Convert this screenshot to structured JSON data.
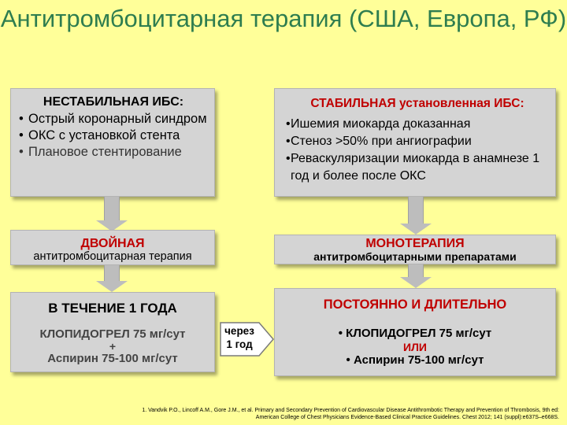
{
  "title": "Антитромбоцитарная терапия (США, Европа, РФ)",
  "unstable": {
    "heading": "НЕСТАБИЛЬНАЯ ИБС:",
    "items": [
      "Острый коронарный синдром",
      "ОКС с установкой стента",
      "Плановое стентирование"
    ]
  },
  "stable": {
    "heading_red": "СТАБИЛЬНАЯ",
    "heading_rest": " установленная ИБС:",
    "items": [
      "Ишемия миокарда доказанная",
      "Стеноз >50% при ангиографии",
      "Реваскуляризации миокарда в анамнезе 1 год и более после ОКС"
    ]
  },
  "dual": {
    "line1": "ДВОЙНАЯ",
    "line2": "антитромбоцитарная терапия"
  },
  "mono": {
    "line1": "МОНОТЕРАПИЯ",
    "line2": "антитромбоцитарными препаратами"
  },
  "year": {
    "heading": "В ТЕЧЕНИЕ 1 ГОДА",
    "drug1": "КЛОПИДОГРЕЛ 75 мг/сут",
    "plus": "+",
    "drug2": "Аспирин 75-100 мг/сут"
  },
  "transition": {
    "line1": "через",
    "line2": "1 год"
  },
  "permanent": {
    "heading": "ПОСТОЯННО И ДЛИТЕЛЬНО",
    "drug1": "• КЛОПИДОГРЕЛ 75 мг/сут",
    "or": "ИЛИ",
    "drug2": "• Аспирин 75-100 мг/сут"
  },
  "footnote": "1. Vandvik P.O., Lincoff A.M., Gore J.M., et al. Primary and Secondary Prevention of Cardiovascular Disease Antithrombotic Therapy and Prevention of Thrombosis, 9th ed: American College of Chest Physicians Evidence-Based Clinical Practice Guidelines. Chest 2012; 141 (suppl):e637S–e668S.",
  "colors": {
    "title": "#2e7d4f",
    "red": "#c00000",
    "box": "#d4d4d4",
    "background": "#ffff99"
  }
}
